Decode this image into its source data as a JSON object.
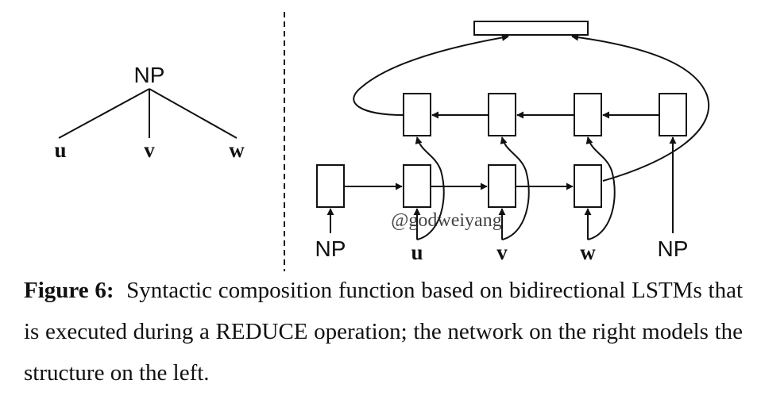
{
  "tree": {
    "root": "NP",
    "children": [
      "u",
      "v",
      "w"
    ]
  },
  "network": {
    "inputs": [
      "NP",
      "u",
      "v",
      "w",
      "NP"
    ]
  },
  "watermark": "@godweiyang",
  "caption": {
    "label": "Figure 6:",
    "text_before": "Syntactic composition function based on bidirectional LSTMs that is executed during a",
    "operation": "REDUCE",
    "text_after": "operation; the network on the right models the structure on the left."
  }
}
